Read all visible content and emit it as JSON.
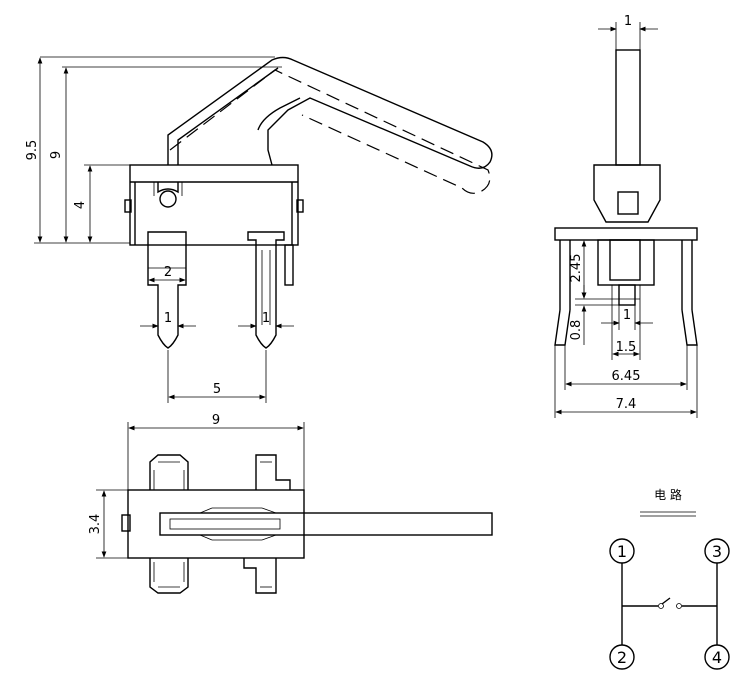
{
  "side_view": {
    "dim_total_height": "9.5",
    "dim_lever_height": "9",
    "dim_body_height": "4",
    "dim_pin_width": "2",
    "dim_pin_tip_left": "1",
    "dim_pin_tip_right": "1",
    "dim_pin_pitch": "5"
  },
  "end_view": {
    "dim_lever_thickness": "1",
    "dim_2_45": "2.45",
    "dim_0_8": "0.8",
    "dim_stem": "1",
    "dim_1_5": "1.5",
    "dim_6_45": "6.45",
    "dim_7_4": "7.4"
  },
  "top_view": {
    "dim_length": "9",
    "dim_width": "3.4"
  },
  "circuit": {
    "title": "电 路",
    "terminal_1": "①",
    "terminal_2": "②",
    "terminal_3": "③",
    "terminal_4": "④"
  }
}
